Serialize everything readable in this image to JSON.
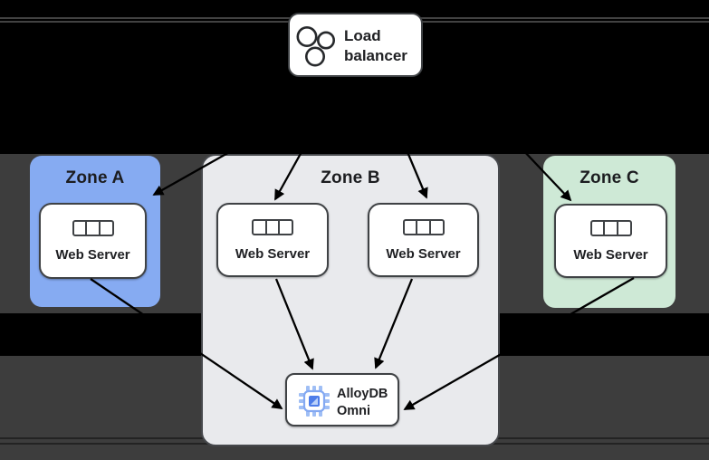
{
  "colors": {
    "background_black": "#000000",
    "background_gray": "#3d3d3d",
    "zone_a_fill": "#86abf2",
    "zone_b_fill": "#e9eaed",
    "zone_c_fill": "#cee9d6",
    "node_fill": "#ffffff",
    "node_border": "#3f4245",
    "arrow": "#000000",
    "chip_blue": "#4e7de9",
    "chip_blue_light": "#9fbef5",
    "text": "#202124"
  },
  "diagram": {
    "load_balancer": {
      "label": "Load balancer",
      "icon": "load-balancer-circles-icon"
    },
    "zones": [
      {
        "label": "Zone A",
        "servers": [
          {
            "label": "Web Server",
            "icon": "server-rack-icon"
          }
        ]
      },
      {
        "label": "Zone B",
        "servers": [
          {
            "label": "Web Server",
            "icon": "server-rack-icon"
          },
          {
            "label": "Web Server",
            "icon": "server-rack-icon"
          }
        ]
      },
      {
        "label": "Zone C",
        "servers": [
          {
            "label": "Web Server",
            "icon": "server-rack-icon"
          }
        ]
      }
    ],
    "database": {
      "label": "AlloyDB Omni",
      "icon": "alloydb-chip-icon"
    },
    "edges": [
      {
        "from": "load-balancer",
        "to": "zone-a-web-server"
      },
      {
        "from": "load-balancer",
        "to": "zone-b-web-server-1"
      },
      {
        "from": "load-balancer",
        "to": "zone-b-web-server-2"
      },
      {
        "from": "load-balancer",
        "to": "zone-c-web-server"
      },
      {
        "from": "zone-a-web-server",
        "to": "alloydb-omni"
      },
      {
        "from": "zone-b-web-server-1",
        "to": "alloydb-omni"
      },
      {
        "from": "zone-b-web-server-2",
        "to": "alloydb-omni"
      },
      {
        "from": "zone-c-web-server",
        "to": "alloydb-omni"
      }
    ]
  }
}
